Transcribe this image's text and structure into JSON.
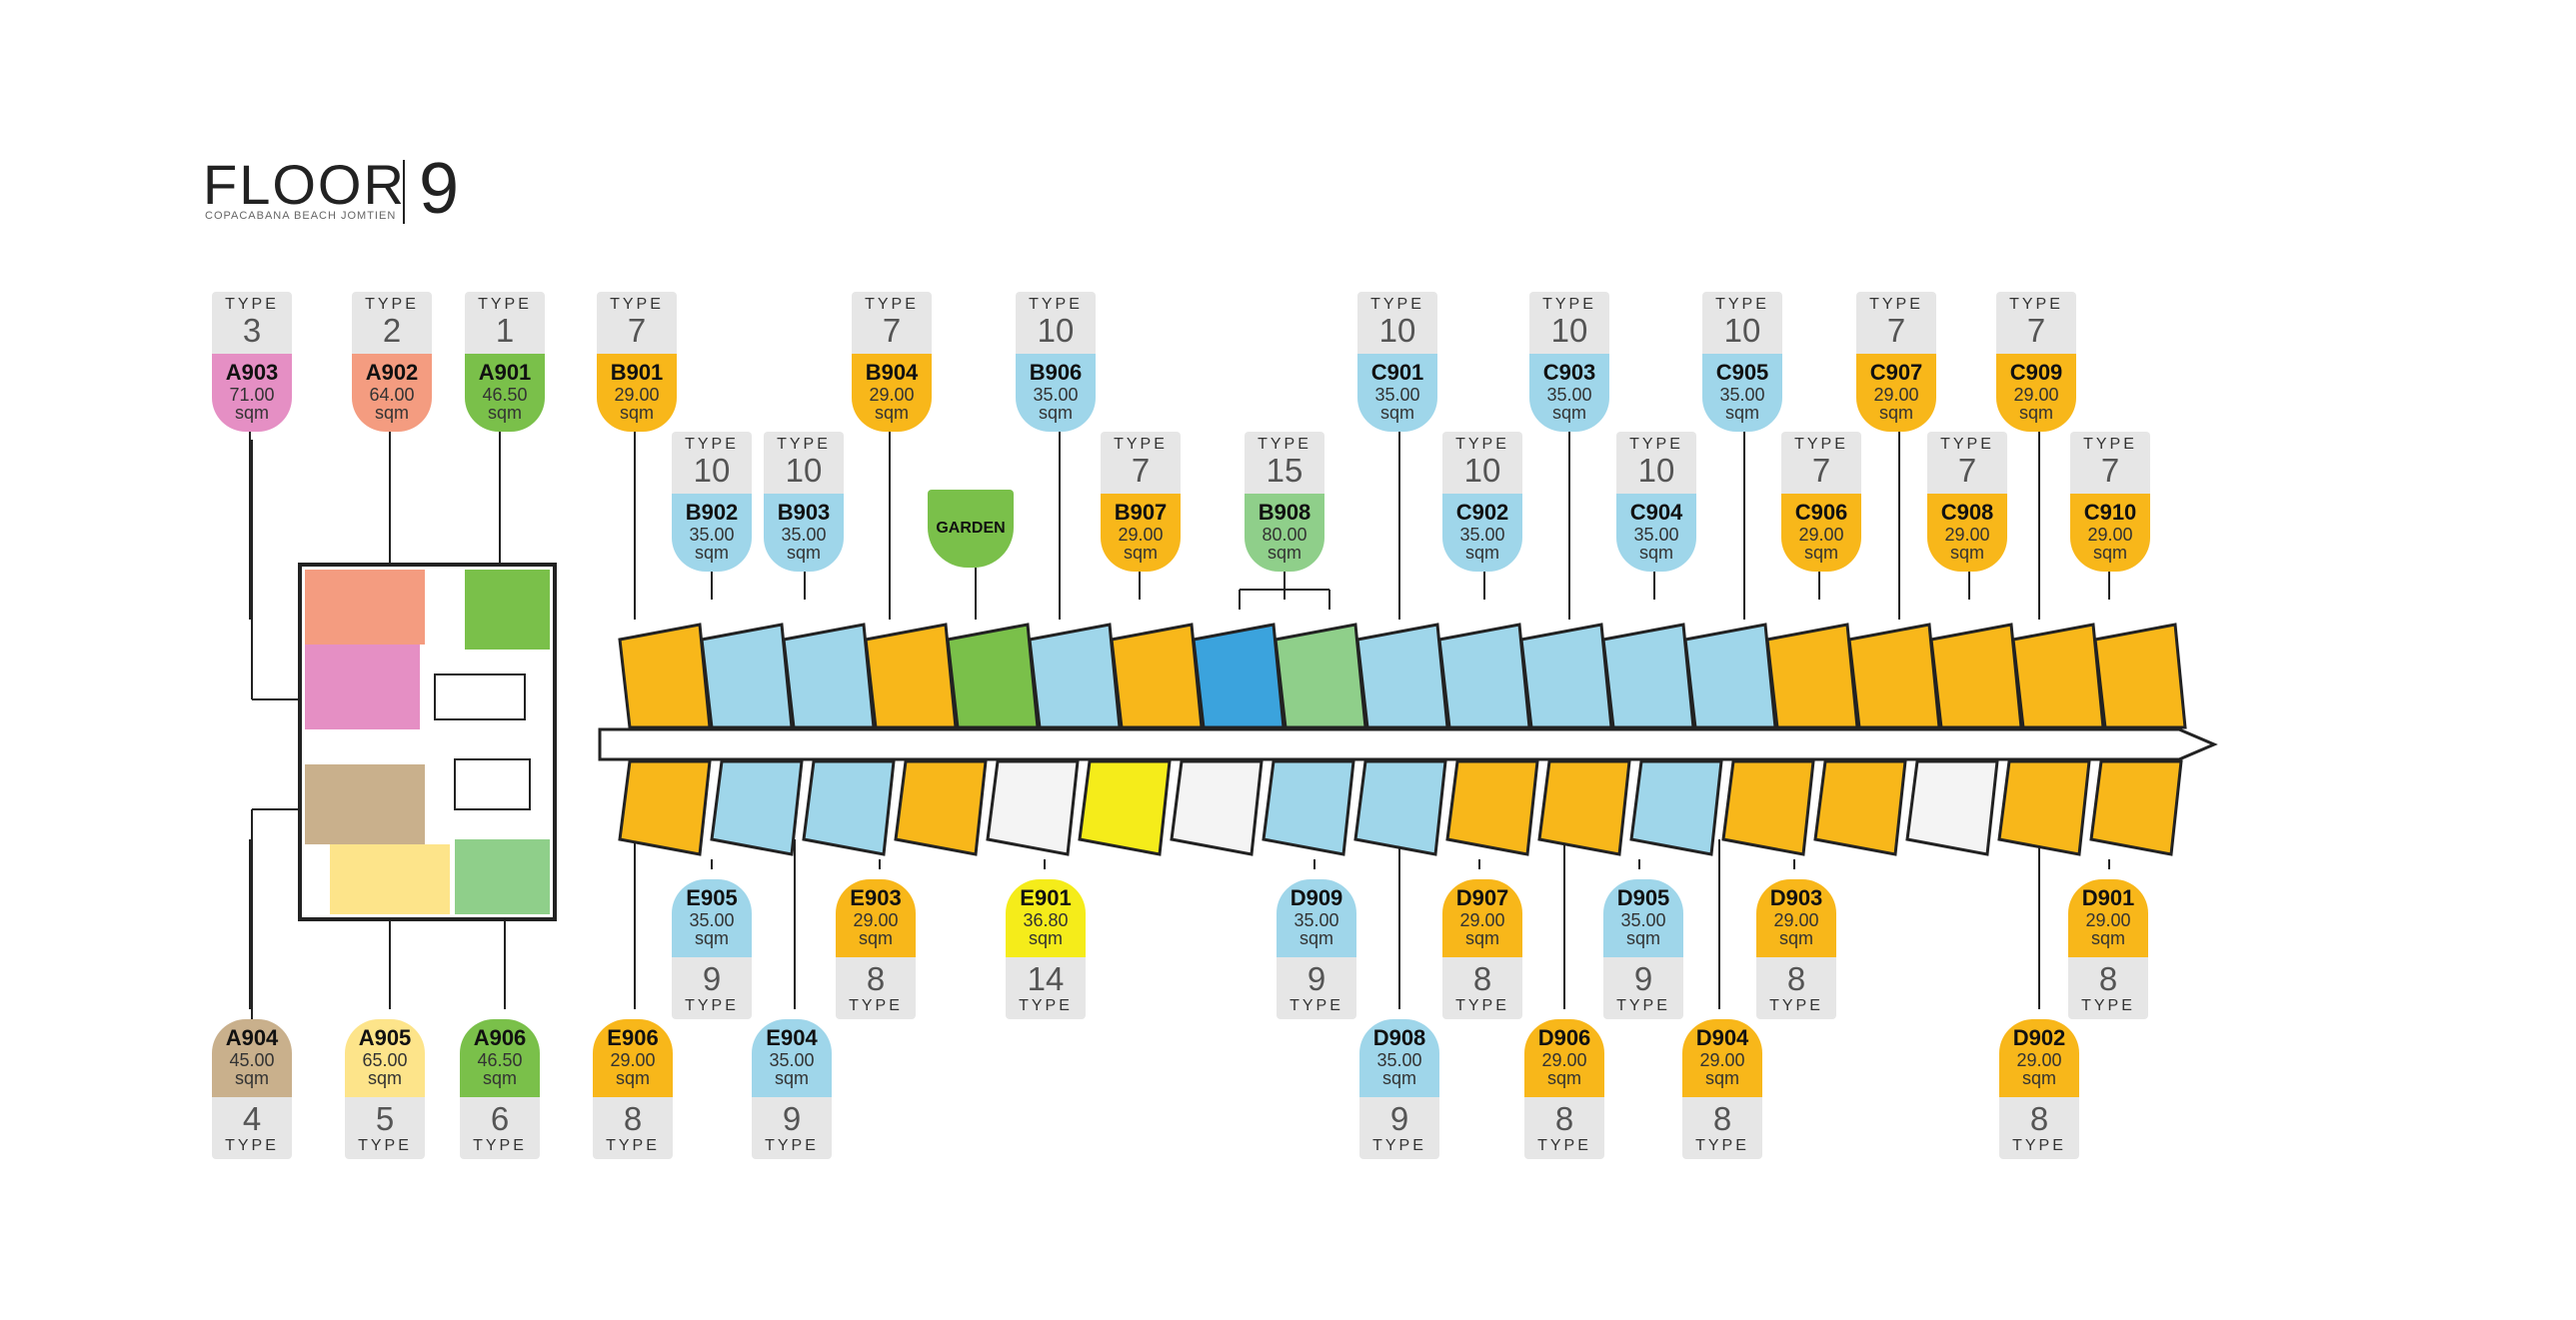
{
  "title": {
    "floor_label": "FLOOR",
    "floor_number": "9",
    "project": "COPACABANA BEACH JOMTIEN"
  },
  "type_word": "TYPE",
  "garden_label": "GARDEN",
  "colors": {
    "pink": "#e58fc4",
    "salmon": "#f49c80",
    "green": "#7ac04a",
    "orange": "#f8b71a",
    "blue": "#9fd6ea",
    "tan": "#c9b08c",
    "lightyellow": "#fde48a",
    "yellow": "#f5ec1a",
    "sage": "#8fcf8a",
    "header": "#e6e6e6"
  },
  "top_units": [
    {
      "unit": "A903",
      "size": "71.00",
      "area_unit": "sqm",
      "type": "3",
      "color": "pink"
    },
    {
      "unit": "A902",
      "size": "64.00",
      "area_unit": "sqm",
      "type": "2",
      "color": "salmon"
    },
    {
      "unit": "A901",
      "size": "46.50",
      "area_unit": "sqm",
      "type": "1",
      "color": "green"
    },
    {
      "unit": "B901",
      "size": "29.00",
      "area_unit": "sqm",
      "type": "7",
      "color": "orange"
    },
    {
      "unit": "B902",
      "size": "35.00",
      "area_unit": "sqm",
      "type": "10",
      "color": "blue"
    },
    {
      "unit": "B903",
      "size": "35.00",
      "area_unit": "sqm",
      "type": "10",
      "color": "blue"
    },
    {
      "unit": "B904",
      "size": "29.00",
      "area_unit": "sqm",
      "type": "7",
      "color": "orange"
    },
    {
      "unit": "B906",
      "size": "35.00",
      "area_unit": "sqm",
      "type": "10",
      "color": "blue"
    },
    {
      "unit": "B907",
      "size": "29.00",
      "area_unit": "sqm",
      "type": "7",
      "color": "orange"
    },
    {
      "unit": "B908",
      "size": "80.00",
      "area_unit": "sqm",
      "type": "15",
      "color": "sage"
    },
    {
      "unit": "C901",
      "size": "35.00",
      "area_unit": "sqm",
      "type": "10",
      "color": "blue"
    },
    {
      "unit": "C902",
      "size": "35.00",
      "area_unit": "sqm",
      "type": "10",
      "color": "blue"
    },
    {
      "unit": "C903",
      "size": "35.00",
      "area_unit": "sqm",
      "type": "10",
      "color": "blue"
    },
    {
      "unit": "C904",
      "size": "35.00",
      "area_unit": "sqm",
      "type": "10",
      "color": "blue"
    },
    {
      "unit": "C905",
      "size": "35.00",
      "area_unit": "sqm",
      "type": "10",
      "color": "blue"
    },
    {
      "unit": "C906",
      "size": "29.00",
      "area_unit": "sqm",
      "type": "7",
      "color": "orange"
    },
    {
      "unit": "C907",
      "size": "29.00",
      "area_unit": "sqm",
      "type": "7",
      "color": "orange"
    },
    {
      "unit": "C908",
      "size": "29.00",
      "area_unit": "sqm",
      "type": "7",
      "color": "orange"
    },
    {
      "unit": "C909",
      "size": "29.00",
      "area_unit": "sqm",
      "type": "7",
      "color": "orange"
    },
    {
      "unit": "C910",
      "size": "29.00",
      "area_unit": "sqm",
      "type": "7",
      "color": "orange"
    }
  ],
  "bottom_units": [
    {
      "unit": "E905",
      "size": "35.00",
      "area_unit": "sqm",
      "type": "9",
      "color": "blue"
    },
    {
      "unit": "E903",
      "size": "29.00",
      "area_unit": "sqm",
      "type": "8",
      "color": "orange"
    },
    {
      "unit": "E901",
      "size": "36.80",
      "area_unit": "sqm",
      "type": "14",
      "color": "yellow"
    },
    {
      "unit": "D909",
      "size": "35.00",
      "area_unit": "sqm",
      "type": "9",
      "color": "blue"
    },
    {
      "unit": "D907",
      "size": "29.00",
      "area_unit": "sqm",
      "type": "8",
      "color": "orange"
    },
    {
      "unit": "D905",
      "size": "35.00",
      "area_unit": "sqm",
      "type": "9",
      "color": "blue"
    },
    {
      "unit": "D903",
      "size": "29.00",
      "area_unit": "sqm",
      "type": "8",
      "color": "orange"
    },
    {
      "unit": "D901",
      "size": "29.00",
      "area_unit": "sqm",
      "type": "8",
      "color": "orange"
    },
    {
      "unit": "A904",
      "size": "45.00",
      "area_unit": "sqm",
      "type": "4",
      "color": "tan"
    },
    {
      "unit": "A905",
      "size": "65.00",
      "area_unit": "sqm",
      "type": "5",
      "color": "lightyellow"
    },
    {
      "unit": "A906",
      "size": "46.50",
      "area_unit": "sqm",
      "type": "6",
      "color": "green"
    },
    {
      "unit": "E906",
      "size": "29.00",
      "area_unit": "sqm",
      "type": "8",
      "color": "orange"
    },
    {
      "unit": "E904",
      "size": "35.00",
      "area_unit": "sqm",
      "type": "9",
      "color": "blue"
    },
    {
      "unit": "D908",
      "size": "35.00",
      "area_unit": "sqm",
      "type": "9",
      "color": "blue"
    },
    {
      "unit": "D906",
      "size": "29.00",
      "area_unit": "sqm",
      "type": "8",
      "color": "orange"
    },
    {
      "unit": "D904",
      "size": "29.00",
      "area_unit": "sqm",
      "type": "8",
      "color": "orange"
    },
    {
      "unit": "D902",
      "size": "29.00",
      "area_unit": "sqm",
      "type": "8",
      "color": "orange"
    }
  ]
}
